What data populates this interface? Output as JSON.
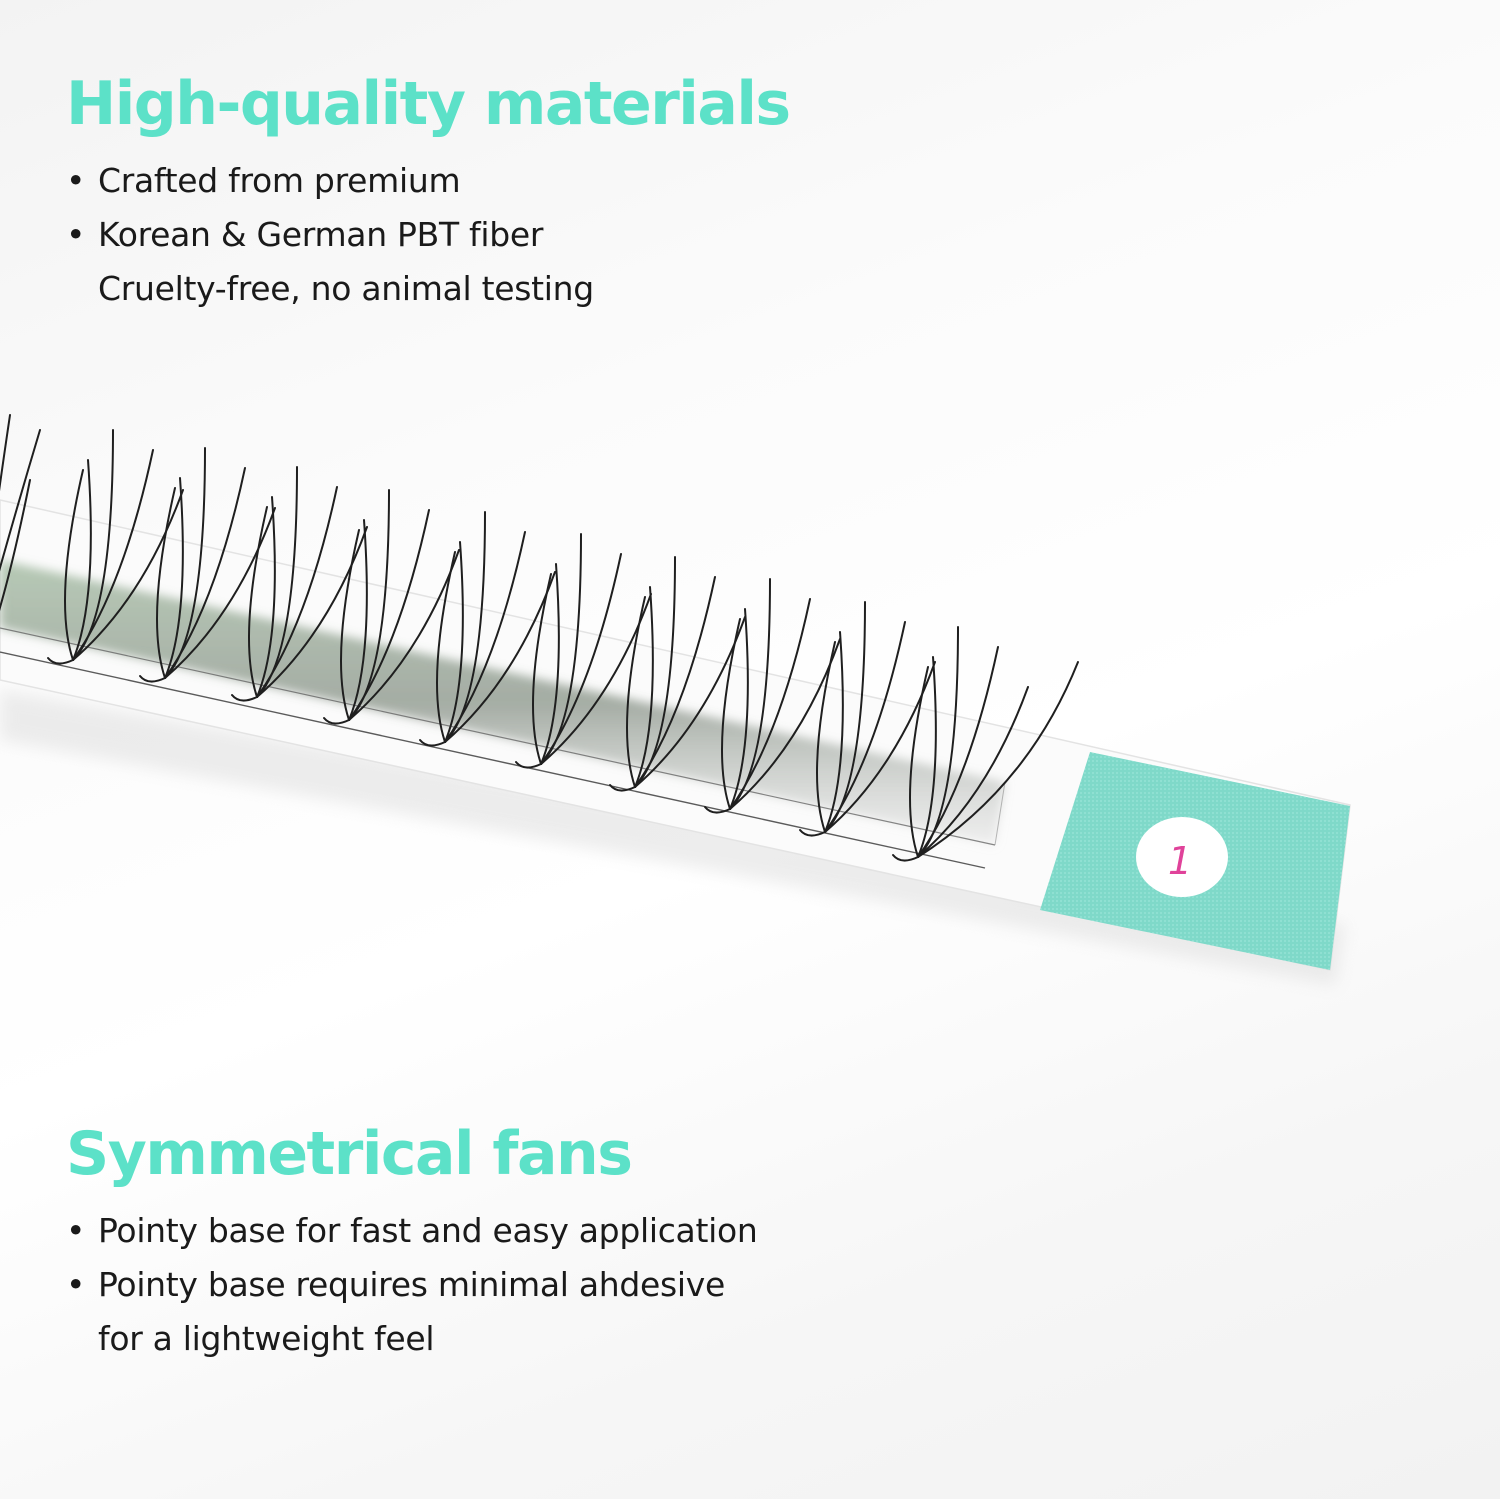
{
  "sections": [
    {
      "heading": "High-quality materials",
      "bullets": [
        {
          "text": "Crafted from premium",
          "marker": "•"
        },
        {
          "text": "Korean & German PBT fiber",
          "marker": "•"
        },
        {
          "text": "Cruelty-free, no animal testing",
          "marker": ""
        }
      ]
    },
    {
      "heading": "Symmetrical fans",
      "bullets": [
        {
          "text": "Pointy base for fast and easy application",
          "marker": "•"
        },
        {
          "text": "Pointy base requires minimal ahdesive",
          "marker": "•"
        },
        {
          "text": "for a lightweight feel",
          "marker": ""
        }
      ]
    }
  ],
  "product": {
    "type": "lash-fan-strip",
    "label_number": "1",
    "colors": {
      "accent": "#5ce1c8",
      "tab": "#7fd9c9",
      "label_text": "#e0429a",
      "lash": "#1f1f1f",
      "glue_band": "#a9c9a8",
      "text": "#1a1a1a"
    }
  }
}
